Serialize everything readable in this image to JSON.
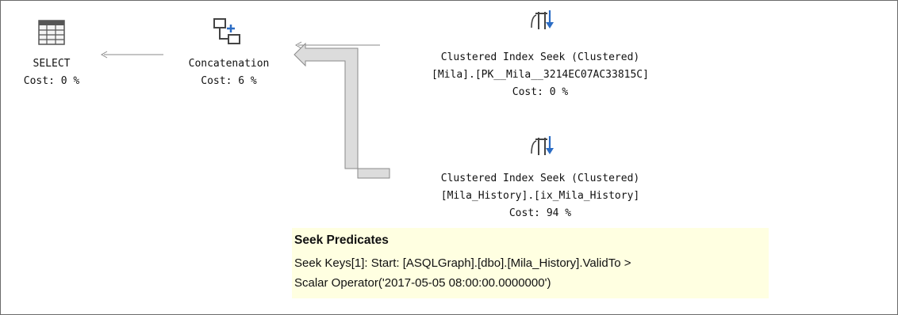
{
  "nodes": {
    "select": {
      "icon": "select-table-icon",
      "name": "SELECT",
      "cost": "Cost: 0 %"
    },
    "concatenation": {
      "icon": "concatenation-icon",
      "name": "Concatenation",
      "cost": "Cost: 6 %"
    },
    "seek_top": {
      "icon": "clustered-index-seek-icon",
      "name": "Clustered Index Seek (Clustered)",
      "object": "[Mila].[PK__Mila__3214EC07AC33815C]",
      "cost": "Cost: 0 %"
    },
    "seek_bottom": {
      "icon": "clustered-index-seek-icon",
      "name": "Clustered Index Seek (Clustered)",
      "object": "[Mila_History].[ix_Mila_History]",
      "cost": "Cost: 94 %"
    }
  },
  "tooltip": {
    "title": "Seek Predicates",
    "line1": "Seek Keys[1]: Start: [ASQLGraph].[dbo].[Mila_History].ValidTo >",
    "line2": "Scalar Operator('2017-05-05 08:00:00.0000000')"
  },
  "colors": {
    "border": "#6b6b6b",
    "arrow": "#8a8a8a",
    "arrow_fill": "#dcdcdc",
    "tooltip_bg": "#ffffe1",
    "seek_arrow": "#2b6cc4"
  }
}
